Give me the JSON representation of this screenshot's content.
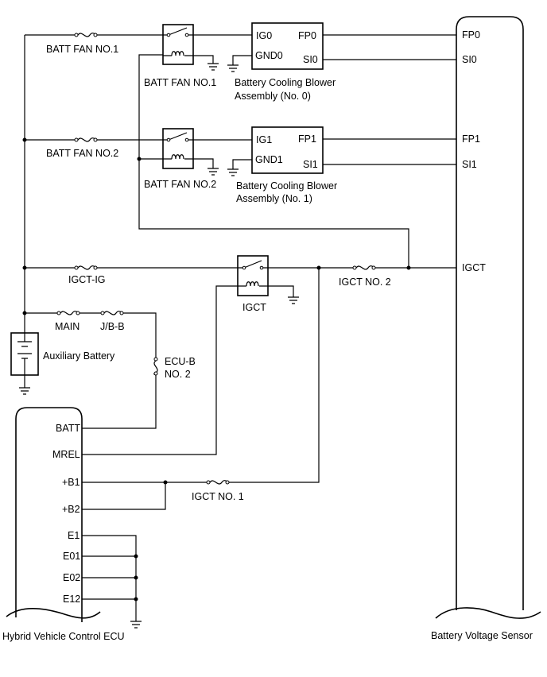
{
  "fuses": {
    "batt_fan_1": "BATT FAN NO.1",
    "batt_fan_2": "BATT FAN NO.2",
    "igct_ig": "IGCT-IG",
    "igct_no2": "IGCT NO. 2",
    "main": "MAIN",
    "jb_b": "J/B-B",
    "ecu_b_line1": "ECU-B",
    "ecu_b_line2": "NO. 2",
    "igct_no1": "IGCT NO. 1"
  },
  "relays": {
    "batt_fan_1": "BATT FAN NO.1",
    "batt_fan_2": "BATT FAN NO.2",
    "igct": "IGCT"
  },
  "blower0": {
    "pins": {
      "ig": "IG0",
      "gnd": "GND0",
      "fp": "FP0",
      "si": "SI0"
    },
    "name_line1": "Battery Cooling Blower",
    "name_line2": "Assembly (No. 0)"
  },
  "blower1": {
    "pins": {
      "ig": "IG1",
      "gnd": "GND1",
      "fp": "FP1",
      "si": "SI1"
    },
    "name_line1": "Battery Cooling Blower",
    "name_line2": "Assembly (No. 1)"
  },
  "sensor": {
    "pins": {
      "fp0": "FP0",
      "si0": "SI0",
      "fp1": "FP1",
      "si1": "SI1",
      "igct": "IGCT"
    },
    "name": "Battery Voltage Sensor"
  },
  "battery": {
    "name": "Auxiliary Battery"
  },
  "ecu": {
    "pins": {
      "batt": "BATT",
      "mrel": "MREL",
      "b1": "+B1",
      "b2": "+B2",
      "e1": "E1",
      "e01": "E01",
      "e02": "E02",
      "e12": "E12"
    },
    "name": "Hybrid Vehicle Control ECU"
  }
}
